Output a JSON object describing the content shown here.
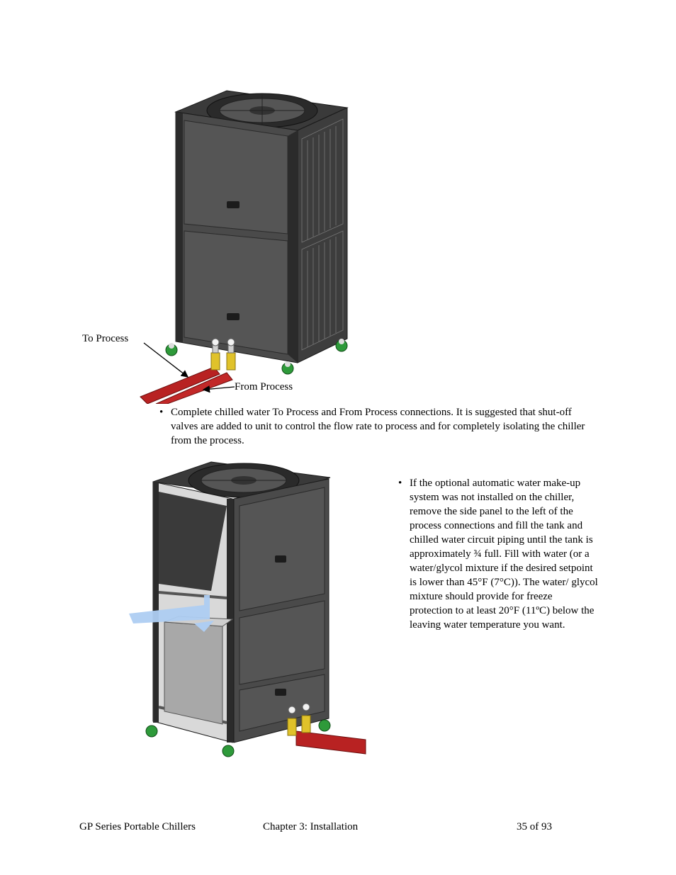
{
  "figure1": {
    "label_to_process": "To Process",
    "label_from_process": "From Process"
  },
  "bullet1": {
    "symbol": "•",
    "text": "Complete chilled water To Process and From Process connections.  It is suggested that shut-off valves are added to unit to control the flow rate to process and for completely isolating the chiller from the process."
  },
  "bullet2": {
    "symbol": "•",
    "text": "If the optional automatic water make-up system was not installed on the chiller, remove the side panel to the left of the process connections and fill the tank and chilled water circuit piping until the tank is approximately ¾ full.  Fill with water (or a water/glycol mixture if the desired setpoint is lower than 45°F (7°C)). The water/ glycol mixture should provide for freeze protection to at least 20°F (11ºC) below the leaving water temperature you want."
  },
  "footer": {
    "left": "GP Series Portable Chillers",
    "center": "Chapter 3: Installation",
    "right": "35 of 93"
  },
  "colors": {
    "cabinet": "#4a4a4a",
    "hose": "#b82222",
    "valve": "#e0c22a",
    "caster": "#2e9a3a",
    "tank": "#a8a8a8",
    "flow_arrow": "#aecdf2"
  }
}
